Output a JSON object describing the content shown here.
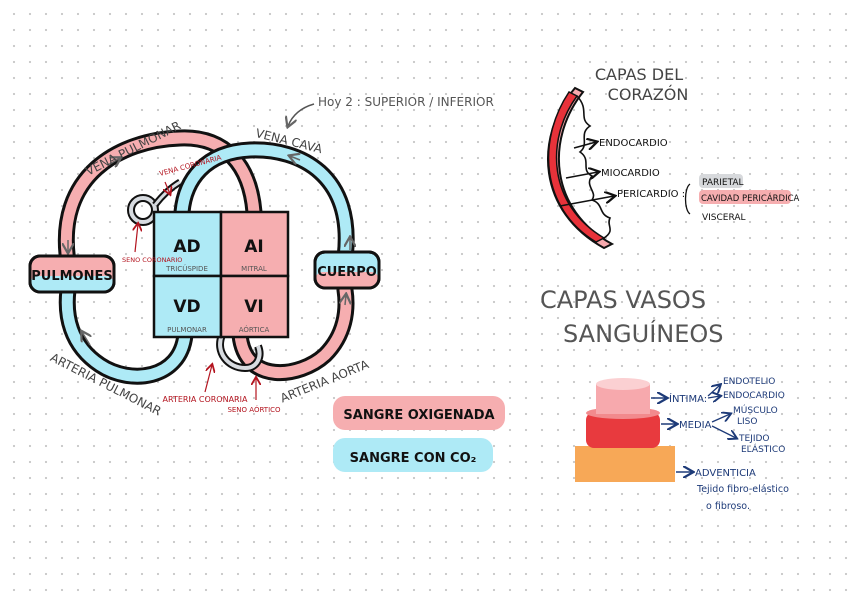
{
  "colors": {
    "oxygenated": "#f6aeb0",
    "deoxygenated": "#aeeaf6",
    "outline": "#111111",
    "red_label": "#b3141f",
    "blue_label": "#1d3a78",
    "gray_label": "#444444",
    "muscle_red": "#e8323a",
    "vessel_pink": "#f7a9ad",
    "vessel_red": "#e83a3e",
    "vessel_orange": "#f7a857"
  },
  "heart_diagram": {
    "note": "Hoy 2 : SUPERIOR / INFERIOR",
    "vena_pulmonar": "VENA PULMONAR",
    "vena_cava": "VENA CAVA",
    "arteria_pulmonar": "ARTERIA PULMONAR",
    "arteria_aorta": "ARTERIA AORTA",
    "pulmones": "PULMONES",
    "cuerpo": "CUERPO",
    "vena_coronaria": "VENA CORONARIA",
    "seno_coronario": "SENO CORONARIO",
    "arteria_coronaria": "ARTERIA CORONARIA",
    "seno_aortico": "SENO AÓRTICO",
    "chambers": {
      "ad": "AD",
      "ai": "AI",
      "vd": "VD",
      "vi": "VI"
    },
    "valves": {
      "tricuspide": "TRICÚSPIDE",
      "mitral": "MITRAL",
      "pulmonar": "PULMONAR",
      "aortica": "AÓRTICA"
    }
  },
  "legend": {
    "oxygenated": "SANGRE OXIGENADA",
    "co2": "SANGRE CON CO₂"
  },
  "capas_corazon": {
    "title_line1": "CAPAS DEL",
    "title_line2": "CORAZÓN",
    "endocardio": "ENDOCARDIO",
    "miocardio": "MIOCARDIO",
    "pericardio": "PERICARDIO :",
    "parietal": "PARIETAL",
    "cavidad": "CAVIDAD PERICÁRDICA",
    "visceral": "VISCERAL"
  },
  "capas_vasos": {
    "title_line1": "CAPAS VASOS",
    "title_line2": "SANGUÍNEOS",
    "intima": "ÍNTIMA:",
    "endotelio": "ENDOTELIO",
    "endocardio": "ENDOCARDIO",
    "media": "MEDIA",
    "musculo": "MÚSCULO",
    "liso": "LISO",
    "tejido": "TEJIDO",
    "elastico": "ELÁSTICO",
    "adventicia": "ADVENTICIA",
    "tejido_fibro": "Tejido fibro-elástico",
    "o_fibroso": "o fibroso."
  }
}
